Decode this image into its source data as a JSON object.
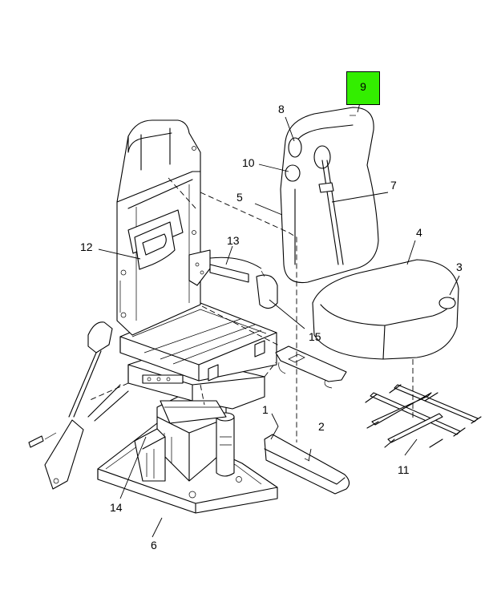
{
  "highlight_color": "#33ee00",
  "callouts": {
    "p1": "1",
    "p2": "2",
    "p3": "3",
    "p4": "4",
    "p5": "5",
    "p6": "6",
    "p7": "7",
    "p8": "8",
    "p9": "9",
    "p10": "10",
    "p11": "11",
    "p12": "12",
    "p13": "13",
    "p14": "14",
    "p15": "15"
  }
}
